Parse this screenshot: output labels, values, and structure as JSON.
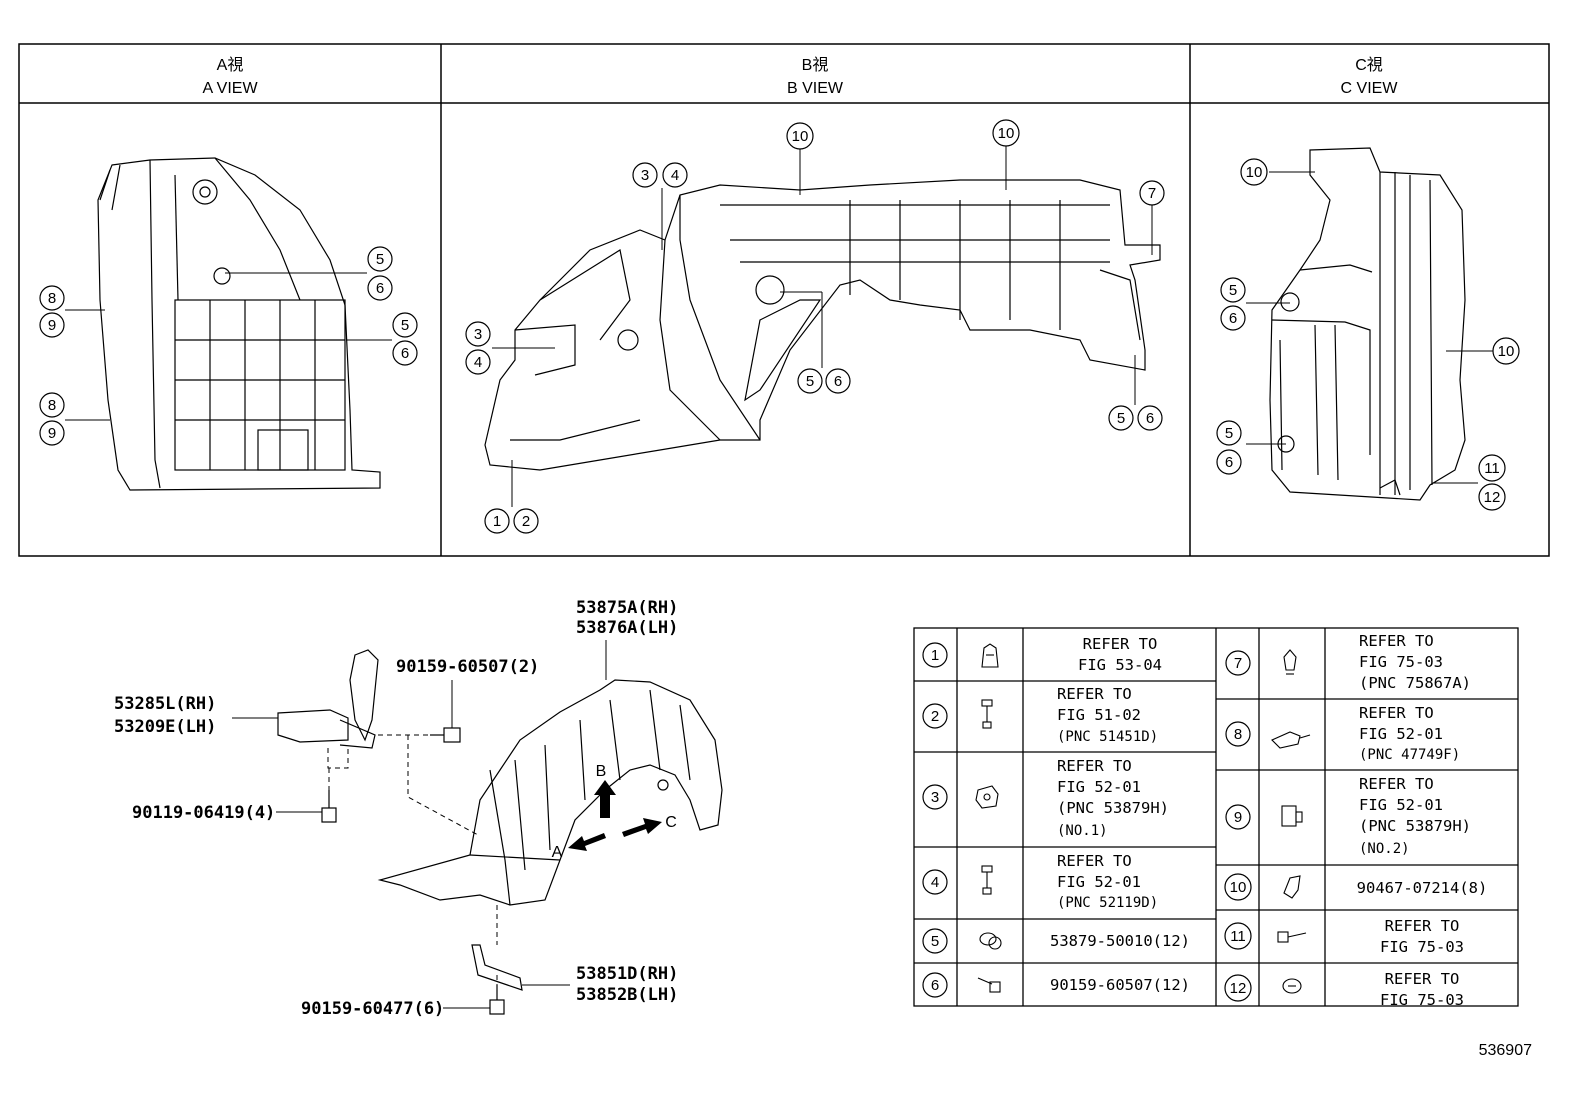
{
  "views": [
    {
      "title_jp": "A視",
      "title_en": "A VIEW"
    },
    {
      "title_jp": "B視",
      "title_en": "B VIEW"
    },
    {
      "title_jp": "C視",
      "title_en": "C VIEW"
    }
  ],
  "callouts": {
    "c1": "1",
    "c2": "2",
    "c3": "3",
    "c4": "4",
    "c5": "5",
    "c6": "6",
    "c7": "7",
    "c8": "8",
    "c9": "9",
    "c10": "10",
    "c11": "11",
    "c12": "12"
  },
  "part_labels": {
    "liner_rh": "53875A(RH)",
    "liner_lh": "53876A(LH)",
    "bracket_rh": "53285L(RH)",
    "bracket_lh": "53209E(LH)",
    "bolt_top": "90159-60507(2)",
    "bolt_left": "90119-06419(4)",
    "stay_rh": "53851D(RH)",
    "stay_lh": "53852B(LH)",
    "bolt_bottom": "90159-60477(6)"
  },
  "arrows": {
    "a": "A",
    "b": "B",
    "c": "C"
  },
  "legend_left": [
    {
      "num": "1",
      "lines": [
        "REFER TO",
        "FIG 53-04"
      ]
    },
    {
      "num": "2",
      "lines": [
        "REFER TO",
        "FIG 51-02",
        "(PNC 51451D)"
      ]
    },
    {
      "num": "3",
      "lines": [
        "REFER TO",
        "FIG 52-01",
        "(PNC 53879H)",
        "(NO.1)"
      ]
    },
    {
      "num": "4",
      "lines": [
        "REFER TO",
        "FIG 52-01",
        "(PNC 52119D)"
      ]
    },
    {
      "num": "5",
      "lines": [
        "53879-50010(12)"
      ]
    },
    {
      "num": "6",
      "lines": [
        "90159-60507(12)"
      ]
    }
  ],
  "legend_right": [
    {
      "num": "7",
      "lines": [
        "REFER TO",
        "FIG 75-03",
        "(PNC 75867A)"
      ]
    },
    {
      "num": "8",
      "lines": [
        "REFER TO",
        "FIG 52-01",
        "(PNC 47749F)"
      ]
    },
    {
      "num": "9",
      "lines": [
        "REFER TO",
        "FIG 52-01",
        "(PNC 53879H)",
        "(NO.2)"
      ]
    },
    {
      "num": "10",
      "lines": [
        "90467-07214(8)"
      ]
    },
    {
      "num": "11",
      "lines": [
        "REFER TO",
        "FIG 75-03"
      ]
    },
    {
      "num": "12",
      "lines": [
        "REFER TO",
        "FIG 75-03"
      ]
    }
  ],
  "figure_number": "536907"
}
